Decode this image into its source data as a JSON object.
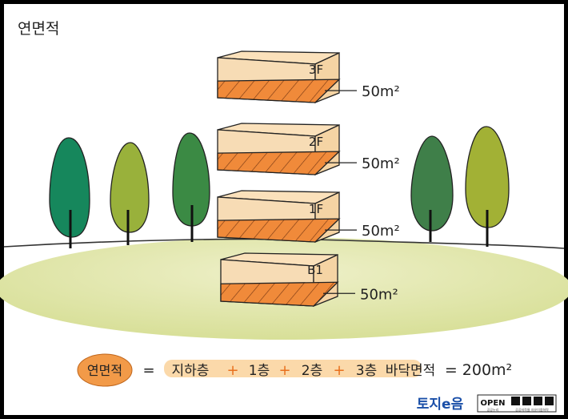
{
  "title": "연면적",
  "floors": [
    {
      "label": "3F",
      "area": "50m²"
    },
    {
      "label": "2F",
      "area": "50m²"
    },
    {
      "label": "1F",
      "area": "50m²"
    },
    {
      "label": "B1",
      "area": "50m²"
    }
  ],
  "formula": {
    "badge": "연면적",
    "equals": "=",
    "terms": [
      "지하층",
      "1층",
      "2층",
      "3층"
    ],
    "plus": "+",
    "suffix": "바닥면적",
    "result": "= 200m²"
  },
  "logo": {
    "brand": "토지e음",
    "open": "OPEN",
    "open_sub": "공공누리",
    "license_sub": "공공저작물 자유이용허락"
  },
  "colors": {
    "background": "#ffffff",
    "ground": "#dde3a6",
    "slab_top": "#fbe1bb",
    "slab_side": "#f7dcb5",
    "slab_bottom": "#f08a3a",
    "badge": "#f29a48",
    "highlight": "#fbd9aa"
  }
}
